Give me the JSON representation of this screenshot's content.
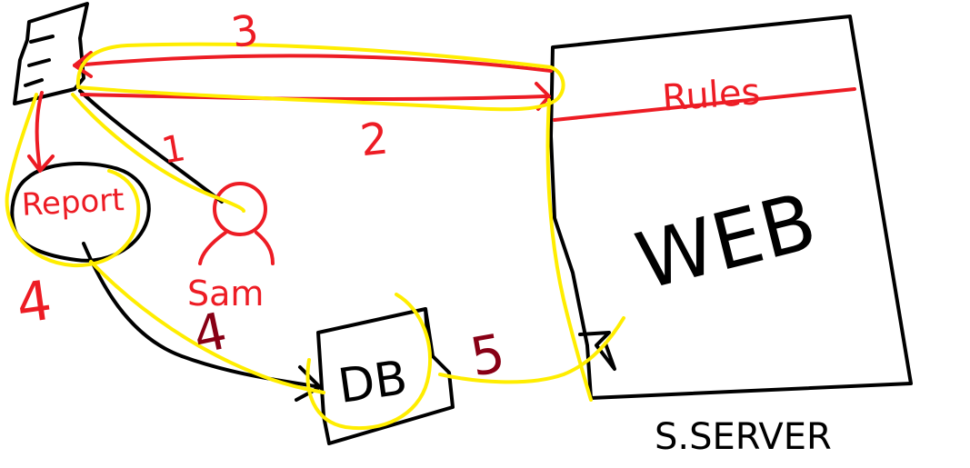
{
  "colors": {
    "ink": "#000000",
    "red": "#ed1c24",
    "yellow": "#ffed00",
    "dark_red": "#880015",
    "background": "#ffffff"
  },
  "nodes": {
    "report": "Report",
    "user": "Sam",
    "database": "DB",
    "server_section": "Rules",
    "server_body": "WEB",
    "server_caption": "S.SERVER"
  },
  "steps": {
    "step1": "1",
    "step2": "2",
    "step3": "3",
    "step4_red": "4",
    "step4_darkred": "4",
    "step5": "5"
  },
  "icons": {
    "document": "document-icon",
    "user": "user-icon",
    "database": "database-box"
  }
}
